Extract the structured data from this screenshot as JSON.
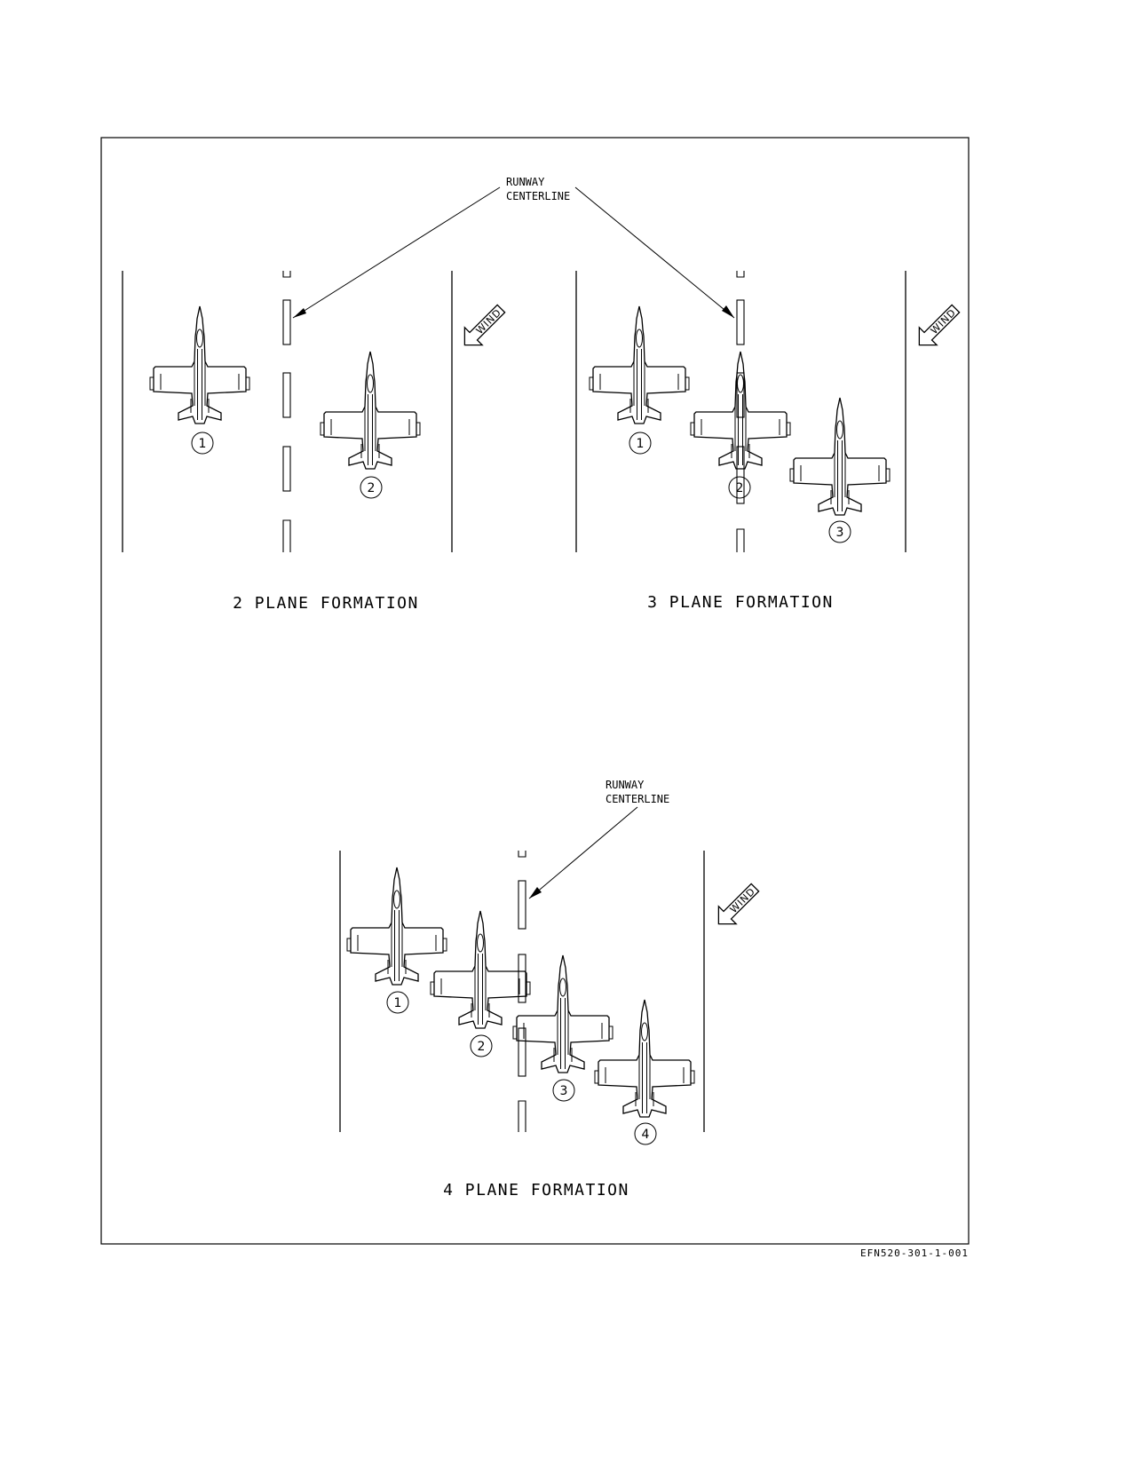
{
  "centerline_label_top": [
    "RUNWAY",
    "CENTERLINE"
  ],
  "centerline_label_bottom": [
    "RUNWAY",
    "CENTERLINE"
  ],
  "wind_label": "WIND",
  "formations": [
    {
      "title": "2 PLANE FORMATION",
      "aircraft": [
        "1",
        "2"
      ]
    },
    {
      "title": "3 PLANE FORMATION",
      "aircraft": [
        "1",
        "2",
        "3"
      ]
    },
    {
      "title": "4 PLANE FORMATION",
      "aircraft": [
        "1",
        "2",
        "3",
        "4"
      ]
    }
  ],
  "figure_id": "EFN520-301-1-001",
  "icons": [
    "aircraft-icon",
    "wind-arrow-icon"
  ]
}
